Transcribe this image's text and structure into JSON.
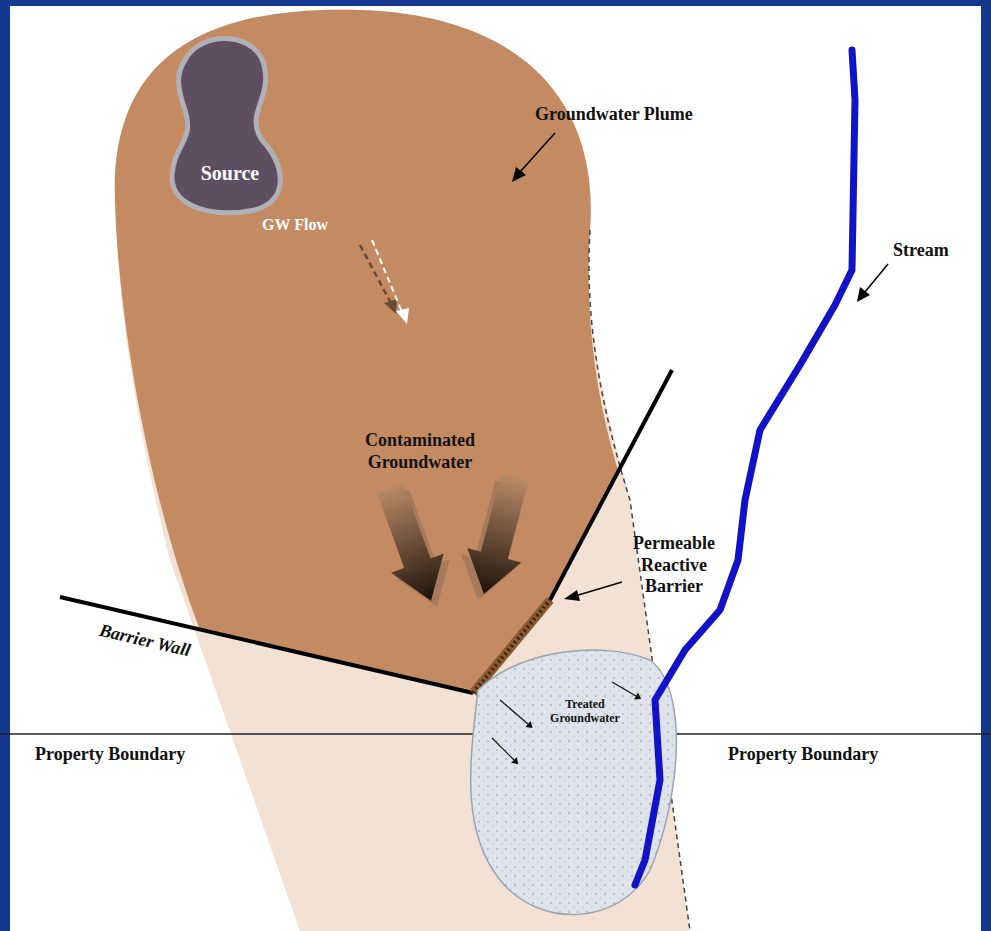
{
  "diagram": {
    "nodes": [
      {
        "text": [
          "Source"
        ]
      },
      {
        "text": [
          "Treated Groundwater"
        ]
      }
    ],
    "labels": [
      "Groundwater Plume",
      "GW Flow",
      "Stream",
      "Contaminated Groundwater",
      "Permeable Reactive Barrier",
      "Barrier Wall",
      "Property Boundary",
      "Property Boundary"
    ]
  }
}
